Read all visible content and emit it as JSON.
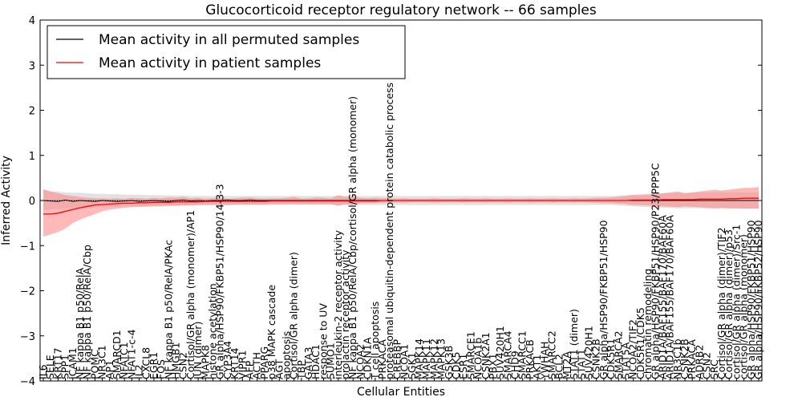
{
  "chart_data": {
    "type": "line",
    "title": "Glucocorticoid receptor regulatory network -- 66 samples",
    "xlabel": "Cellular Entities",
    "ylabel": "Inferred Activity",
    "ylim": [
      -4,
      4
    ],
    "yticks": [
      "4",
      "3",
      "2",
      "1",
      "0",
      "-1",
      "-2",
      "-3",
      "-4"
    ],
    "grid": false,
    "legend_position": "top-left",
    "categories": [
      "IL6",
      "SELE",
      "KRT17",
      "SPP1",
      "ICAM1",
      "NF kappa B1 p50/RelA",
      "NF kappa B1 p50/RelA/Cbp",
      "POMC",
      "NR3C1",
      "AP1",
      "SMARCD1",
      "NFATC1",
      "NFAT1-c-4",
      "IL2",
      "CXCL8",
      "EGR1",
      "FOS",
      "NF kappa B1 p50/RelA/PKAc",
      "HMGB1",
      "CSN2",
      "Cortisol/GR alpha (monomer)/AP1",
      "JUN (dimer)",
      "MAPK8",
      "histone acetylation",
      "GR alpha/HSP90/FKBP51/HSP90/14-3-3",
      "CYP3A4",
      "KRT14",
      "VIPR1",
      "AFP",
      "ACTH",
      "PPARG",
      "p38 MAPK cascade",
      "AGT",
      "apoptosis",
      "Cortisol/GR alpha (dimer)",
      "TBP",
      "GATA3",
      "HDAC1",
      "response to UV",
      "SUMO1",
      "interleukin-2 receptor activity",
      "prolactin receptor activity",
      "NF kappa B1 p50/RelA/Cbp/cortisol/GR alpha (monomer)",
      "NCOA2",
      "CDKN1A",
      "T cell apoptosis",
      "PRKACA",
      "proteasomal ubiquitin-dependent protein catabolic process",
      "CREBBP",
      "NCOA1",
      "SGK1",
      "MAPK14",
      "MAPK11",
      "MAPK12",
      "MAPK13",
      "GSK3B",
      "CDK5",
      "ESR1",
      "SMARCE1",
      "NCOA1b",
      "CSNK2A1",
      "PBX1",
      "SUV420H1",
      "SMARCA4",
      "CHD9",
      "SMARCC1",
      "PRKACB",
      "AKT1",
      "YWHAH",
      "SMARCC2",
      "BCL2",
      "MT2A",
      "STAT1 (dimer)",
      "STAT1",
      "SUV420H1",
      "CSNK2B",
      "GR alpha/HSP90/FKBP51/HSP90",
      "CDK5R1",
      "SMARCA2",
      "STAT5A",
      "NCOA2/TIF2",
      "CDK5R1/CDK5",
      "chromatin remodeling",
      "GR alpha/HSP90/FKBP51/HSP90/P23/PPP5C",
      "ARID1A/BAF155/BAF170/BAF60A",
      "ARID1A/BAF155/BAF170/BAF60A",
      "NR3C1b",
      "CSNK2B",
      "PRKACA",
      "ADRB2",
      "CSN2",
      "SRC",
      "Cortisol/GR alpha (dimer)/TIF2",
      "Cortisol/GR alpha (dimer)/p53",
      "cortisol/GR alpha (dimer)/Src-1",
      "cortisol/GR alpha (monomer)",
      "GR alpha/HSP90/FKBP51/HSP90",
      "GR alpha/HSP90/FKBP52/HSP90"
    ],
    "series": [
      {
        "name": "Mean activity in all permuted samples",
        "color": "#000000",
        "values": [
          0,
          -0.01,
          -0.02,
          0.01,
          -0.02,
          0,
          -0.01,
          -0.02,
          0,
          -0.01,
          -0.02,
          -0.01,
          0,
          -0.02,
          -0.01,
          0,
          -0.01,
          -0.02,
          0,
          0.01,
          -0.01,
          0,
          -0.01,
          0,
          0,
          0.01,
          0,
          0,
          0.01,
          0,
          0,
          0,
          0,
          0,
          0,
          0,
          0,
          0,
          0,
          0,
          0,
          0,
          0,
          0,
          0,
          0,
          0,
          0,
          0,
          0,
          0,
          0,
          0,
          0,
          0,
          0,
          0,
          0,
          0,
          0,
          0,
          0,
          0,
          0,
          0,
          0,
          0,
          0,
          0,
          0,
          0,
          0,
          0,
          0,
          0,
          0,
          0,
          0,
          0,
          0,
          0,
          0,
          0,
          0,
          0,
          0,
          0,
          0,
          0,
          0,
          0,
          0,
          0,
          0,
          0,
          0,
          0,
          0
        ],
        "band_upper": [
          0.22,
          0.2,
          0.2,
          0.18,
          0.17,
          0.17,
          0.16,
          0.15,
          0.15,
          0.14,
          0.14,
          0.13,
          0.13,
          0.13,
          0.12,
          0.12,
          0.12,
          0.11,
          0.11,
          0.11,
          0.1,
          0.1,
          0.1,
          0.1,
          0.1,
          0.1,
          0.1,
          0.1,
          0.1,
          0.1,
          0.1,
          0.1,
          0.1,
          0.1,
          0.1,
          0.1,
          0.1,
          0.1,
          0.1,
          0.1,
          0.1,
          0.1,
          0.1,
          0.1,
          0.1,
          0.1,
          0.1,
          0.1,
          0.1,
          0.1,
          0.1,
          0.1,
          0.1,
          0.1,
          0.1,
          0.1,
          0.1,
          0.1,
          0.1,
          0.1,
          0.1,
          0.1,
          0.1,
          0.1,
          0.1,
          0.1,
          0.1,
          0.1,
          0.1,
          0.1,
          0.1,
          0.1,
          0.1,
          0.1,
          0.1,
          0.1,
          0.1,
          0.1,
          0.11,
          0.12,
          0.13,
          0.14,
          0.15,
          0.16,
          0.16,
          0.16,
          0.17,
          0.17,
          0.17,
          0.17,
          0.18,
          0.18,
          0.18,
          0.18,
          0.18,
          0.18,
          0.18,
          0.18
        ],
        "band_lower": [
          -0.22,
          -0.2,
          -0.2,
          -0.18,
          -0.17,
          -0.17,
          -0.16,
          -0.15,
          -0.15,
          -0.14,
          -0.14,
          -0.13,
          -0.13,
          -0.13,
          -0.12,
          -0.12,
          -0.12,
          -0.11,
          -0.11,
          -0.11,
          -0.1,
          -0.1,
          -0.1,
          -0.1,
          -0.1,
          -0.1,
          -0.1,
          -0.1,
          -0.1,
          -0.1,
          -0.1,
          -0.1,
          -0.1,
          -0.1,
          -0.1,
          -0.1,
          -0.1,
          -0.1,
          -0.1,
          -0.1,
          -0.1,
          -0.1,
          -0.1,
          -0.1,
          -0.1,
          -0.1,
          -0.1,
          -0.1,
          -0.1,
          -0.1,
          -0.1,
          -0.1,
          -0.1,
          -0.1,
          -0.1,
          -0.1,
          -0.1,
          -0.1,
          -0.1,
          -0.1,
          -0.1,
          -0.1,
          -0.1,
          -0.1,
          -0.1,
          -0.1,
          -0.1,
          -0.1,
          -0.1,
          -0.1,
          -0.1,
          -0.1,
          -0.1,
          -0.1,
          -0.1,
          -0.1,
          -0.1,
          -0.1,
          -0.11,
          -0.12,
          -0.13,
          -0.14,
          -0.15,
          -0.16,
          -0.16,
          -0.16,
          -0.17,
          -0.17,
          -0.17,
          -0.17,
          -0.18,
          -0.18,
          -0.18,
          -0.18,
          -0.18,
          -0.18,
          -0.18,
          -0.18
        ]
      },
      {
        "name": "Mean activity in patient samples",
        "color": "#ff0000",
        "band_color": "#ff7f7f",
        "values": [
          -0.3,
          -0.3,
          -0.28,
          -0.24,
          -0.2,
          -0.16,
          -0.13,
          -0.1,
          -0.09,
          -0.08,
          -0.07,
          -0.06,
          -0.06,
          -0.05,
          -0.05,
          -0.04,
          -0.04,
          -0.04,
          -0.03,
          -0.03,
          -0.03,
          -0.03,
          -0.02,
          -0.02,
          -0.02,
          -0.02,
          -0.02,
          -0.02,
          -0.02,
          -0.02,
          -0.02,
          -0.01,
          -0.01,
          -0.01,
          -0.01,
          -0.01,
          -0.01,
          -0.01,
          -0.01,
          -0.01,
          -0.01,
          -0.01,
          -0.01,
          -0.01,
          -0.01,
          -0.01,
          0,
          0,
          0,
          0,
          0,
          0,
          0,
          0,
          0,
          0,
          0,
          0,
          0,
          0,
          0,
          0,
          0,
          0,
          0,
          0,
          0,
          0,
          0,
          0,
          0,
          0,
          0,
          0,
          0,
          0,
          0,
          0,
          0,
          0,
          0.01,
          0.01,
          0.01,
          0.01,
          0.02,
          0.02,
          0.02,
          0.02,
          0.02,
          0.03,
          0.03,
          0.03,
          0.03,
          0.04,
          0.04,
          0.05,
          0.05,
          0.05
        ],
        "band_upper": [
          0.25,
          0.2,
          0.16,
          0.12,
          0.1,
          0.08,
          0.06,
          0.05,
          0.05,
          0.04,
          0.05,
          0.04,
          0.06,
          0.05,
          0.04,
          0.06,
          0.05,
          0.07,
          0.06,
          0.08,
          0.05,
          0.06,
          0.04,
          0.05,
          0.06,
          0.04,
          0.05,
          0.06,
          0.07,
          0.05,
          0.04,
          0.05,
          0.05,
          0.06,
          0.08,
          0.04,
          0.05,
          0.07,
          0.06,
          0.05,
          0.12,
          0.08,
          0.1,
          0.06,
          0.05,
          0.06,
          0.05,
          0.05,
          0.04,
          0.05,
          0.04,
          0.04,
          0.04,
          0.05,
          0.04,
          0.04,
          0.04,
          0.05,
          0.04,
          0.04,
          0.05,
          0.04,
          0.04,
          0.05,
          0.04,
          0.04,
          0.05,
          0.04,
          0.04,
          0.05,
          0.04,
          0.04,
          0.05,
          0.04,
          0.05,
          0.06,
          0.06,
          0.07,
          0.08,
          0.1,
          0.12,
          0.12,
          0.13,
          0.14,
          0.16,
          0.18,
          0.2,
          0.16,
          0.18,
          0.2,
          0.22,
          0.24,
          0.22,
          0.24,
          0.26,
          0.28,
          0.28,
          0.3
        ],
        "band_lower": [
          -0.8,
          -0.75,
          -0.7,
          -0.62,
          -0.5,
          -0.42,
          -0.36,
          -0.3,
          -0.24,
          -0.2,
          -0.18,
          -0.16,
          -0.15,
          -0.14,
          -0.14,
          -0.13,
          -0.13,
          -0.12,
          -0.12,
          -0.11,
          -0.11,
          -0.1,
          -0.1,
          -0.1,
          -0.1,
          -0.1,
          -0.09,
          -0.09,
          -0.09,
          -0.09,
          -0.09,
          -0.08,
          -0.08,
          -0.08,
          -0.08,
          -0.08,
          -0.08,
          -0.08,
          -0.08,
          -0.08,
          -0.12,
          -0.08,
          -0.1,
          -0.06,
          -0.06,
          -0.06,
          -0.05,
          -0.05,
          -0.04,
          -0.05,
          -0.04,
          -0.04,
          -0.04,
          -0.05,
          -0.04,
          -0.04,
          -0.04,
          -0.05,
          -0.04,
          -0.04,
          -0.05,
          -0.04,
          -0.04,
          -0.05,
          -0.04,
          -0.04,
          -0.05,
          -0.04,
          -0.04,
          -0.05,
          -0.04,
          -0.04,
          -0.05,
          -0.04,
          -0.05,
          -0.05,
          -0.06,
          -0.06,
          -0.07,
          -0.08,
          -0.1,
          -0.1,
          -0.11,
          -0.12,
          -0.13,
          -0.14,
          -0.15,
          -0.13,
          -0.14,
          -0.15,
          -0.16,
          -0.17,
          -0.16,
          -0.17,
          -0.17,
          -0.18,
          -0.18,
          -0.18
        ]
      }
    ]
  }
}
